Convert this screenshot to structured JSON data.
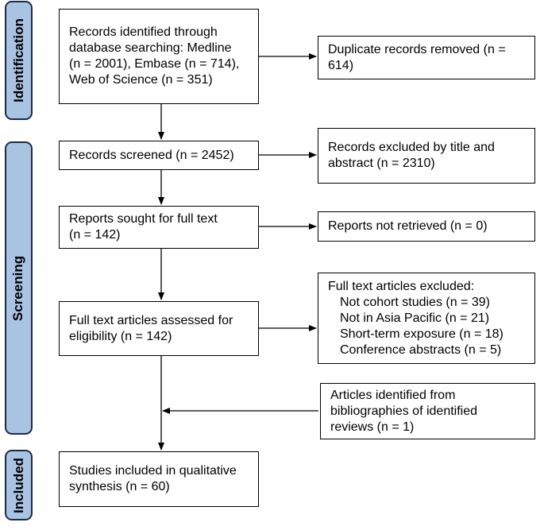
{
  "phases": {
    "identification": "Identification",
    "screening": "Screening",
    "included": "Included"
  },
  "boxes": {
    "records_identified": [
      "Records identified through",
      "database searching: Medline",
      "(n = 2001), Embase (n = 714),",
      "Web of Science (n = 351)"
    ],
    "duplicates_removed": [
      "Duplicate records removed (n =",
      "614)"
    ],
    "records_screened": [
      "Records screened (n = 2452)"
    ],
    "records_excluded": [
      "Records excluded by title and",
      "abstract (n = 2310)"
    ],
    "reports_sought": [
      "Reports sought for full text",
      "(n = 142)"
    ],
    "reports_not_retrieved": [
      "Reports not retrieved (n = 0)"
    ],
    "full_text_assessed": [
      "Full text articles assessed for",
      "eligibility (n = 142)"
    ],
    "full_text_excluded": {
      "title": "Full text articles excluded:",
      "reasons": [
        "Not cohort studies (n = 39)",
        "Not in Asia Pacific (n = 21)",
        "Short-term exposure (n = 18)",
        "Conference abstracts (n = 5)"
      ]
    },
    "bibliographies": [
      "Articles identified from",
      "bibliographies of identified",
      "reviews (n = 1)"
    ],
    "studies_included": [
      "Studies included in qualitative",
      "synthesis (n = 60)"
    ]
  }
}
